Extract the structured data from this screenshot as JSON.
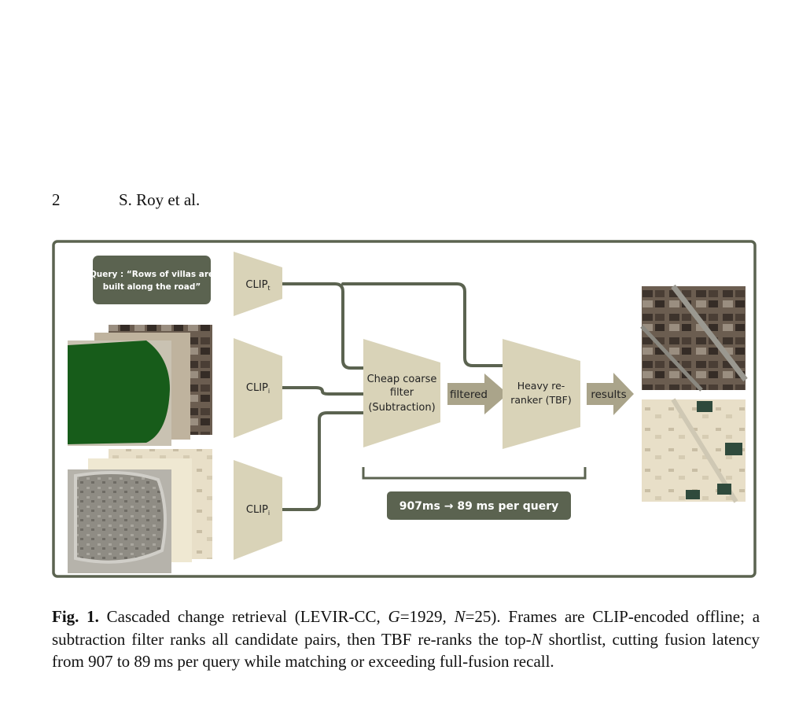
{
  "header": {
    "page_number": "2",
    "authors": "S. Roy et al."
  },
  "figure": {
    "query_label": "Query : “Rows of villas are built along the road”",
    "query_line1": "Query : “Rows of villas are",
    "query_line2": "built along the road”",
    "encoder_text": "CLIP",
    "encoder_text_sub": "t",
    "encoder_image": "CLIP",
    "encoder_image_sub": "i",
    "coarse_filter_line1": "Cheap coarse",
    "coarse_filter_line2": "filter",
    "coarse_filter_line3": "(Subtraction)",
    "filtered_label": "filtered",
    "reranker_line1": "Heavy re-",
    "reranker_line2": "ranker (TBF)",
    "results_label": "results",
    "latency_label": "907ms → 89 ms per query",
    "colors": {
      "frame": "#5b6350",
      "block": "#d9d3b8",
      "arrow": "#aaa48a",
      "pill": "#5b6350",
      "pond": "#175c1a"
    }
  },
  "caption": {
    "label": "Fig. 1.",
    "t1": " Cascaded change retrieval (LEVIR-CC, ",
    "g_sym": "G",
    "g_val": "=1929, ",
    "n_sym": "N",
    "n_val": "=25). Frames are CLIP-encoded offline; a subtraction filter ranks all candidate pairs, then TBF re-ranks the top-",
    "n_sym2": "N",
    "t2": " shortlist, cutting fusion latency from 907 to 89 ms per query while matching or exceeding full-fusion recall."
  }
}
